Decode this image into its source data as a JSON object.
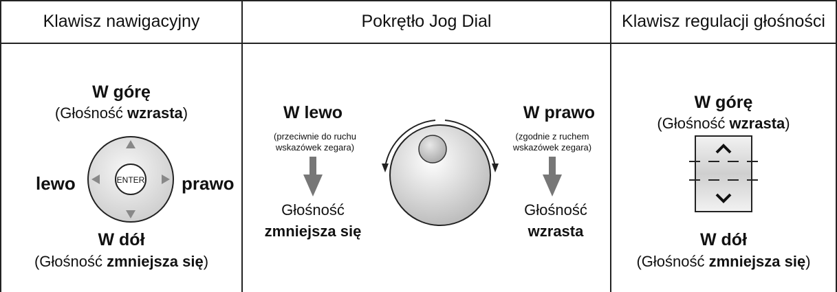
{
  "headers": {
    "nav": "Klawisz nawigacyjny",
    "jog": "Pokrętło Jog Dial",
    "volume": "Klawisz regulacji głośności"
  },
  "nav": {
    "up_title": "W górę",
    "up_paren_prefix": "(Głośność ",
    "up_paren_bold": "wzrasta",
    "up_paren_suffix": ")",
    "left": "lewo",
    "right": "prawo",
    "center_key": "ENTER",
    "down_title": "W dół",
    "down_paren_prefix": "(Głośność ",
    "down_paren_bold": "zmniejsza się",
    "down_paren_suffix": ")"
  },
  "jog": {
    "left_title": "W lewo",
    "left_note_1": "(przeciwnie do ruchu",
    "left_note_2": "wskazówek zegara)",
    "left_result_1": "Głośność",
    "left_result_2": "zmniejsza się",
    "right_title": "W prawo",
    "right_note_1": "(zgodnie z ruchem",
    "right_note_2": "wskazówek zegara)",
    "right_result_1": "Głośność",
    "right_result_2": "wzrasta"
  },
  "volume": {
    "up_title": "W górę",
    "up_paren_prefix": "(Głośność ",
    "up_paren_bold": "wzrasta",
    "up_paren_suffix": ")",
    "down_title": "W dół",
    "down_paren_prefix": "(Głośność ",
    "down_paren_bold": "zmniejsza się",
    "down_paren_suffix": ")"
  },
  "colors": {
    "arrow_gray": "#777777",
    "line": "#222222"
  }
}
